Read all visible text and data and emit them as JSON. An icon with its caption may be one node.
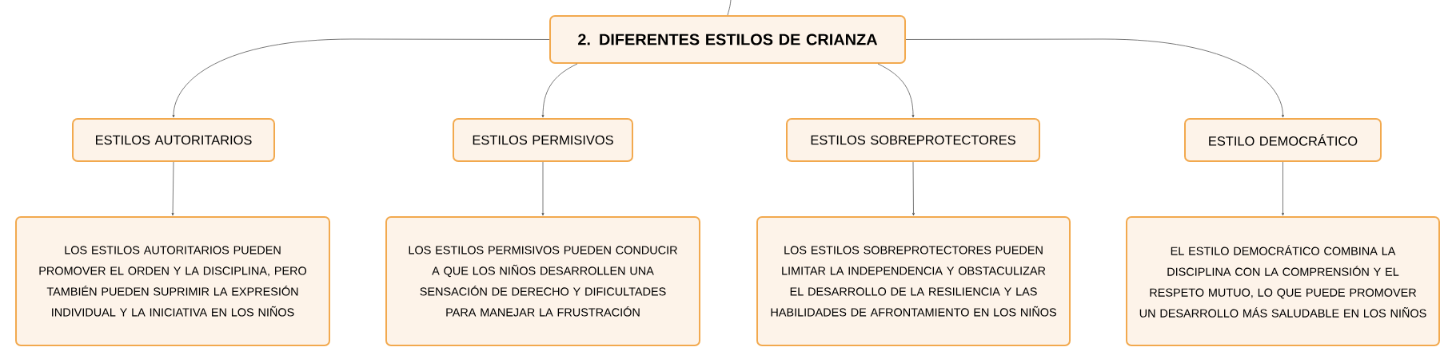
{
  "diagram": {
    "nodes": [
      {
        "text": [
          "2. DIFERENTES ESTILOS DE CRIANZA"
        ]
      },
      {
        "text": [
          "ESTILOS AUTORITARIOS"
        ]
      },
      {
        "text": [
          "ESTILOS PERMISIVOS"
        ]
      },
      {
        "text": [
          "ESTILOS SOBREPROTECTORES"
        ]
      },
      {
        "text": [
          "ESTILO DEMOCRÁTICO"
        ]
      },
      {
        "text": [
          "LOS ESTILOS AUTORITARIOS PUEDEN PROMOVER EL ORDEN Y LA DISCIPLINA, PERO TAMBIÉN PUEDEN SUPRIMIR LA EXPRESIÓN INDIVIDUAL Y LA INICIATIVA EN LOS NIÑOS"
        ]
      },
      {
        "text": [
          "LOS ESTILOS PERMISIVOS PUEDEN CONDUCIR A QUE LOS NIÑOS DESARROLLEN UNA SENSACIÓN DE DERECHO Y DIFICULTADES PARA MANEJAR LA FRUSTRACIÓN"
        ]
      },
      {
        "text": [
          "LOS ESTILOS SOBREPROTECTORES PUEDEN LIMITAR LA INDEPENDENCIA Y OBSTACULIZAR EL DESARROLLO DE LA RESILIENCIA Y LAS HABILIDADES DE AFRONTAMIENTO EN LOS NIÑOS"
        ]
      },
      {
        "text": [
          "EL ESTILO DEMOCRÁTICO COMBINA LA DISCIPLINA CON LA COMPRENSIÓN Y EL RESPETO MUTUO, LO QUE PUEDE PROMOVER UN DESARROLLO MÁS SALUDABLE EN LOS NIÑOS"
        ]
      }
    ],
    "edges": [
      {
        "from": null,
        "to": 0,
        "arrow": "none"
      },
      {
        "from": 0,
        "to": 1,
        "arrow": "to"
      },
      {
        "from": 0,
        "to": 2,
        "arrow": "to"
      },
      {
        "from": 0,
        "to": 3,
        "arrow": "to"
      },
      {
        "from": 0,
        "to": 4,
        "arrow": "to"
      },
      {
        "from": 1,
        "to": 5,
        "arrow": "to"
      },
      {
        "from": 2,
        "to": 6,
        "arrow": "to"
      },
      {
        "from": 3,
        "to": 7,
        "arrow": "to"
      },
      {
        "from": 4,
        "to": 8,
        "arrow": "to"
      }
    ]
  }
}
